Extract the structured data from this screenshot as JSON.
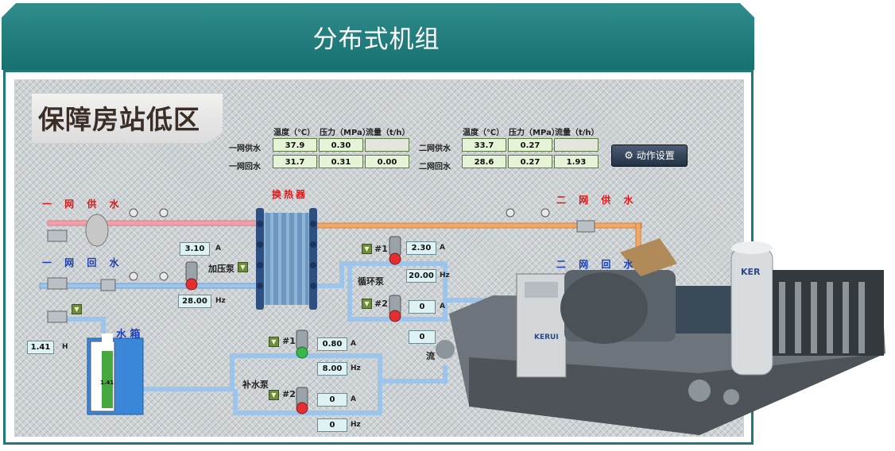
{
  "header": {
    "title": "分布式机组"
  },
  "subtitle": "保障房站低区",
  "table_headers": {
    "temp": "温度（℃）",
    "pressure": "压力（MPa）",
    "flow": "流量（t/h）"
  },
  "primary": {
    "supply_label": "一网供水",
    "return_label": "一网回水",
    "supply": {
      "temp": "37.9",
      "pressure": "0.30",
      "flow": ""
    },
    "return": {
      "temp": "31.7",
      "pressure": "0.31",
      "flow": "0.00"
    }
  },
  "secondary": {
    "supply_label": "二网供水",
    "return_label": "二网回水",
    "supply": {
      "temp": "33.7",
      "pressure": "0.27",
      "flow": ""
    },
    "return": {
      "temp": "28.6",
      "pressure": "0.27",
      "flow": "1.93"
    }
  },
  "settings_button": "动作设置",
  "diagram": {
    "primary_supply": "一 网 供 水",
    "primary_return": "一 网 回 水",
    "secondary_supply": "二 网 供 水",
    "secondary_return": "二 网 回 水",
    "heat_exchanger": "换热器",
    "water_tank": "水 箱",
    "tank_level": "1.41",
    "tank_level_unit": "H",
    "tank_level_readout": "1.41",
    "booster_pump": {
      "label": "加压泵",
      "current": "3.10",
      "current_unit": "A",
      "frequency": "28.00",
      "frequency_unit": "Hz"
    },
    "circulation_pump": {
      "label": "循环泵",
      "pump1": {
        "tag": "#1",
        "current": "2.30",
        "current_unit": "A",
        "frequency": "20.00",
        "frequency_unit": "Hz"
      },
      "pump2": {
        "tag": "#2",
        "current": "0",
        "current_unit": "A",
        "frequency": "0"
      }
    },
    "makeup_pump": {
      "label": "补水泵",
      "pump1": {
        "tag": "#1",
        "current": "0.80",
        "current_unit": "A",
        "frequency": "8.00",
        "frequency_unit": "Hz"
      },
      "pump2": {
        "tag": "#2",
        "current": "0",
        "current_unit": "A",
        "frequency": "0",
        "frequency_unit": "Hz"
      }
    },
    "dropdown_glyph": "▼",
    "partial_label": "流"
  },
  "equipment": {
    "brand": "KERUI",
    "tank_brand": "KER"
  },
  "colors": {
    "teal": "#1d7a79",
    "hot_pipe": "#f0a0a8",
    "return_pipe": "#9dc4ea",
    "secondary_pipe": "#f3a766"
  }
}
